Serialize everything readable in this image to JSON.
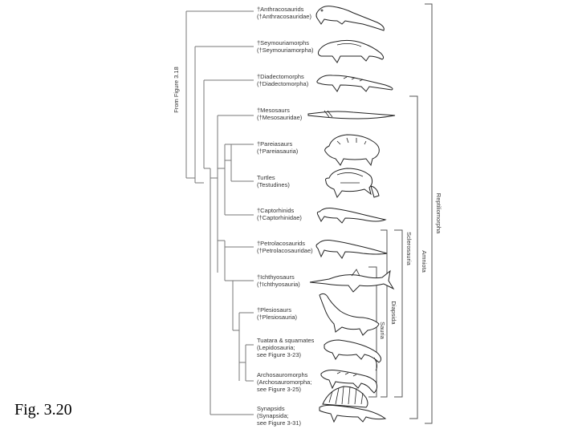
{
  "figure": {
    "caption": "Fig. 3.20",
    "outgroup_note": "From Figure 3.18"
  },
  "taxa": [
    {
      "id": "anthracosaurs",
      "line1": "†Anthracosaurids",
      "line2": "(†Anthracosauridae)",
      "line3": "",
      "icon": "anthracosaur-icon"
    },
    {
      "id": "seymouriamorphs",
      "line1": "†Seymouriamorphs",
      "line2": "(†Seymouriamorpha)",
      "line3": "",
      "icon": "seymouriamorph-icon"
    },
    {
      "id": "diadectomorphs",
      "line1": "†Diadectomorphs",
      "line2": "(†Diadectomorpha)",
      "line3": "",
      "icon": "diadectomorph-icon"
    },
    {
      "id": "mesosaurs",
      "line1": "†Mesosaurs",
      "line2": "(†Mesosauridae)",
      "line3": "",
      "icon": "mesosaur-icon"
    },
    {
      "id": "pareiasaurs",
      "line1": "†Pareiasaurs",
      "line2": "(†Pareiasauria)",
      "line3": "",
      "icon": "pareiasaur-icon"
    },
    {
      "id": "turtles",
      "line1": "Turtles",
      "line2": "(Testudines)",
      "line3": "",
      "icon": "turtle-icon"
    },
    {
      "id": "captorhinids",
      "line1": "†Captorhinids",
      "line2": "(†Captorhinidae)",
      "line3": "",
      "icon": "captorhinid-icon"
    },
    {
      "id": "petrolacosaurids",
      "line1": "†Petrolacosaurids",
      "line2": "(†Petrolacosauridae)",
      "line3": "",
      "icon": "petrolacosaur-icon"
    },
    {
      "id": "ichthyosaurs",
      "line1": "†Ichthyosaurs",
      "line2": "(†Ichthyosauria)",
      "line3": "",
      "icon": "ichthyosaur-icon"
    },
    {
      "id": "plesiosaurs",
      "line1": "†Plesiosaurs",
      "line2": "(†Plesiosauria)",
      "line3": "",
      "icon": "plesiosaur-icon"
    },
    {
      "id": "lepidosaurs",
      "line1": "Tuatara & squamates",
      "line2": "(Lepidosauria;",
      "line3": "see Figure 3-23)",
      "icon": "lizard-icon"
    },
    {
      "id": "archosauromorphs",
      "line1": "Archosauromorphs",
      "line2": "(Archosauromorpha;",
      "line3": "see Figure 3-25)",
      "icon": "crocodile-icon"
    },
    {
      "id": "synapsids",
      "line1": "Synapsids",
      "line2": "(Synapsida;",
      "line3": "see Figure 3-31)",
      "icon": "dimetrodon-icon"
    }
  ],
  "clades": {
    "reptiliomorpha": "Reptiliomorpha",
    "amniota": "Amniota",
    "sclerosauria": "Sclerosauria",
    "diapsida": "Diapsida",
    "sauria": "Sauria"
  }
}
